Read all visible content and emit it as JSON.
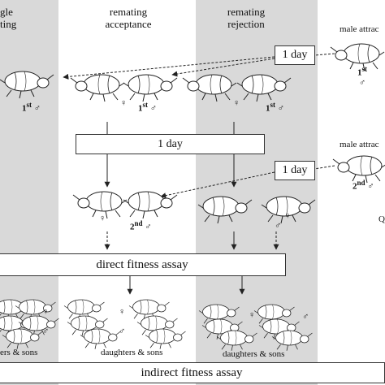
{
  "columns": {
    "single": "gle\nting",
    "acceptance": "remating\nacceptance",
    "rejection": "remating\nrejection"
  },
  "right_labels": {
    "male_attraction_1": "male attrac",
    "male_attraction_2": "male attrac"
  },
  "boxes": {
    "one_day_top": "1 day",
    "one_day_mid": "1 day",
    "one_day_lower": "1 day",
    "direct_fitness": "direct fitness assay",
    "indirect_fitness": "indirect fitness assay"
  },
  "beetle_labels": {
    "first": "1",
    "first_sup": "st",
    "second": "2",
    "second_sup": "nd",
    "male": "♂",
    "female": "♀",
    "stray_q": "Q"
  },
  "offspring_labels": {
    "left": "ers & sons",
    "middle": "daughters & sons",
    "right": "daughters & sons"
  },
  "colors": {
    "column_gray": "#d9d9d9",
    "line": "#222222"
  }
}
